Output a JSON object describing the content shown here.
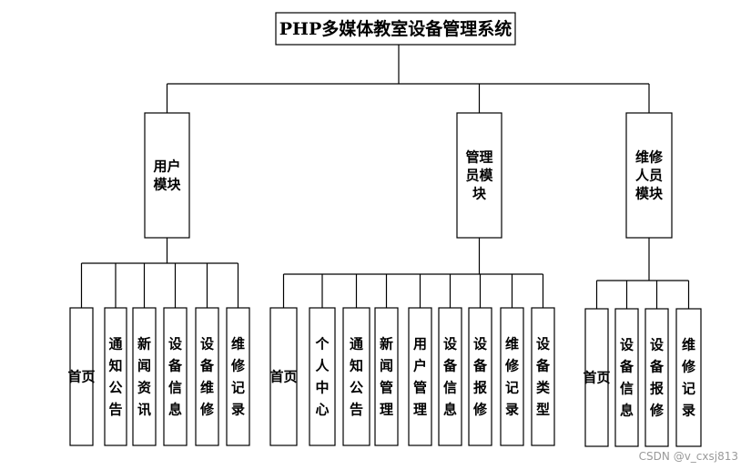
{
  "title": "PHP多媒体教室设备管理系统",
  "watermark": "CSDN @v_cxsj813",
  "modules": [
    {
      "name": "用户模块",
      "lines": [
        "用户",
        "模块"
      ],
      "children": [
        {
          "name": "首页",
          "lines": [
            "首页"
          ]
        },
        {
          "name": "通知公告",
          "lines": [
            "通",
            "知",
            "公",
            "告"
          ]
        },
        {
          "name": "新闻资讯",
          "lines": [
            "新",
            "闻",
            "资",
            "讯"
          ]
        },
        {
          "name": "设备信息",
          "lines": [
            "设",
            "备",
            "信",
            "息"
          ]
        },
        {
          "name": "设备维修",
          "lines": [
            "设",
            "备",
            "维",
            "修"
          ]
        },
        {
          "name": "维修记录",
          "lines": [
            "维",
            "修",
            "记",
            "录"
          ]
        }
      ]
    },
    {
      "name": "管理员模块",
      "lines": [
        "管理",
        "员模",
        "块"
      ],
      "children": [
        {
          "name": "首页",
          "lines": [
            "首页"
          ]
        },
        {
          "name": "个人中心",
          "lines": [
            "个",
            "人",
            "中",
            "心"
          ]
        },
        {
          "name": "通知公告",
          "lines": [
            "通",
            "知",
            "公",
            "告"
          ]
        },
        {
          "name": "新闻管理",
          "lines": [
            "新",
            "闻",
            "管",
            "理"
          ]
        },
        {
          "name": "用户管理",
          "lines": [
            "用",
            "户",
            "管",
            "理"
          ]
        },
        {
          "name": "设备信息",
          "lines": [
            "设",
            "备",
            "信",
            "息"
          ]
        },
        {
          "name": "设备报修",
          "lines": [
            "设",
            "备",
            "报",
            "修"
          ]
        },
        {
          "name": "维修记录",
          "lines": [
            "维",
            "修",
            "记",
            "录"
          ]
        },
        {
          "name": "设备类型",
          "lines": [
            "设",
            "备",
            "类",
            "型"
          ]
        }
      ]
    },
    {
      "name": "维修人员模块",
      "lines": [
        "维修",
        "人员",
        "模块"
      ],
      "children": [
        {
          "name": "首页",
          "lines": [
            "首页"
          ]
        },
        {
          "name": "设备信息",
          "lines": [
            "设",
            "备",
            "信",
            "息"
          ]
        },
        {
          "name": "设备报修",
          "lines": [
            "设",
            "备",
            "报",
            "修"
          ]
        },
        {
          "name": "维修记录",
          "lines": [
            "维",
            "修",
            "记",
            "录"
          ]
        }
      ]
    }
  ]
}
